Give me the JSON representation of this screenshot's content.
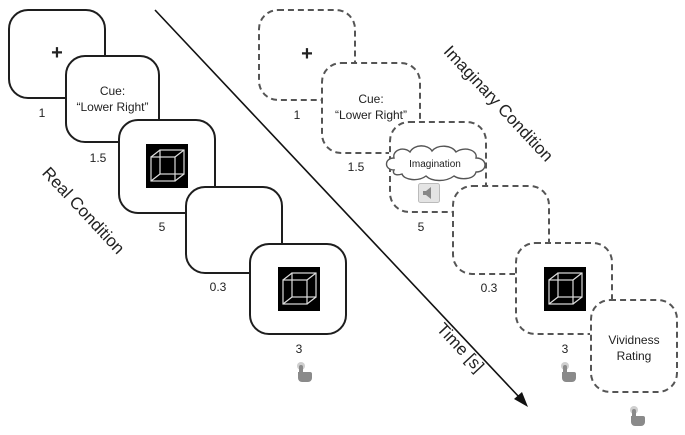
{
  "real": {
    "condition_label": "Real Condition",
    "fixation_symbol": "+",
    "cue_line1": "Cue:",
    "cue_line2": "“Lower Right”",
    "durations": [
      "1",
      "1.5",
      "5",
      "0.3",
      "3"
    ]
  },
  "imaginary": {
    "condition_label": "Imaginary Condition",
    "fixation_symbol": "+",
    "cue_line1": "Cue:",
    "cue_line2": "“Lower Right”",
    "imagination_label": "Imagination",
    "durations": [
      "1",
      "1.5",
      "5",
      "0.3",
      "3"
    ],
    "rating_line1": "Vividness",
    "rating_line2": "Rating"
  },
  "time_axis_label": "Time [s]",
  "icons": [
    "cube-icon",
    "speaker-icon",
    "hand-press-icon",
    "cloud-icon"
  ]
}
